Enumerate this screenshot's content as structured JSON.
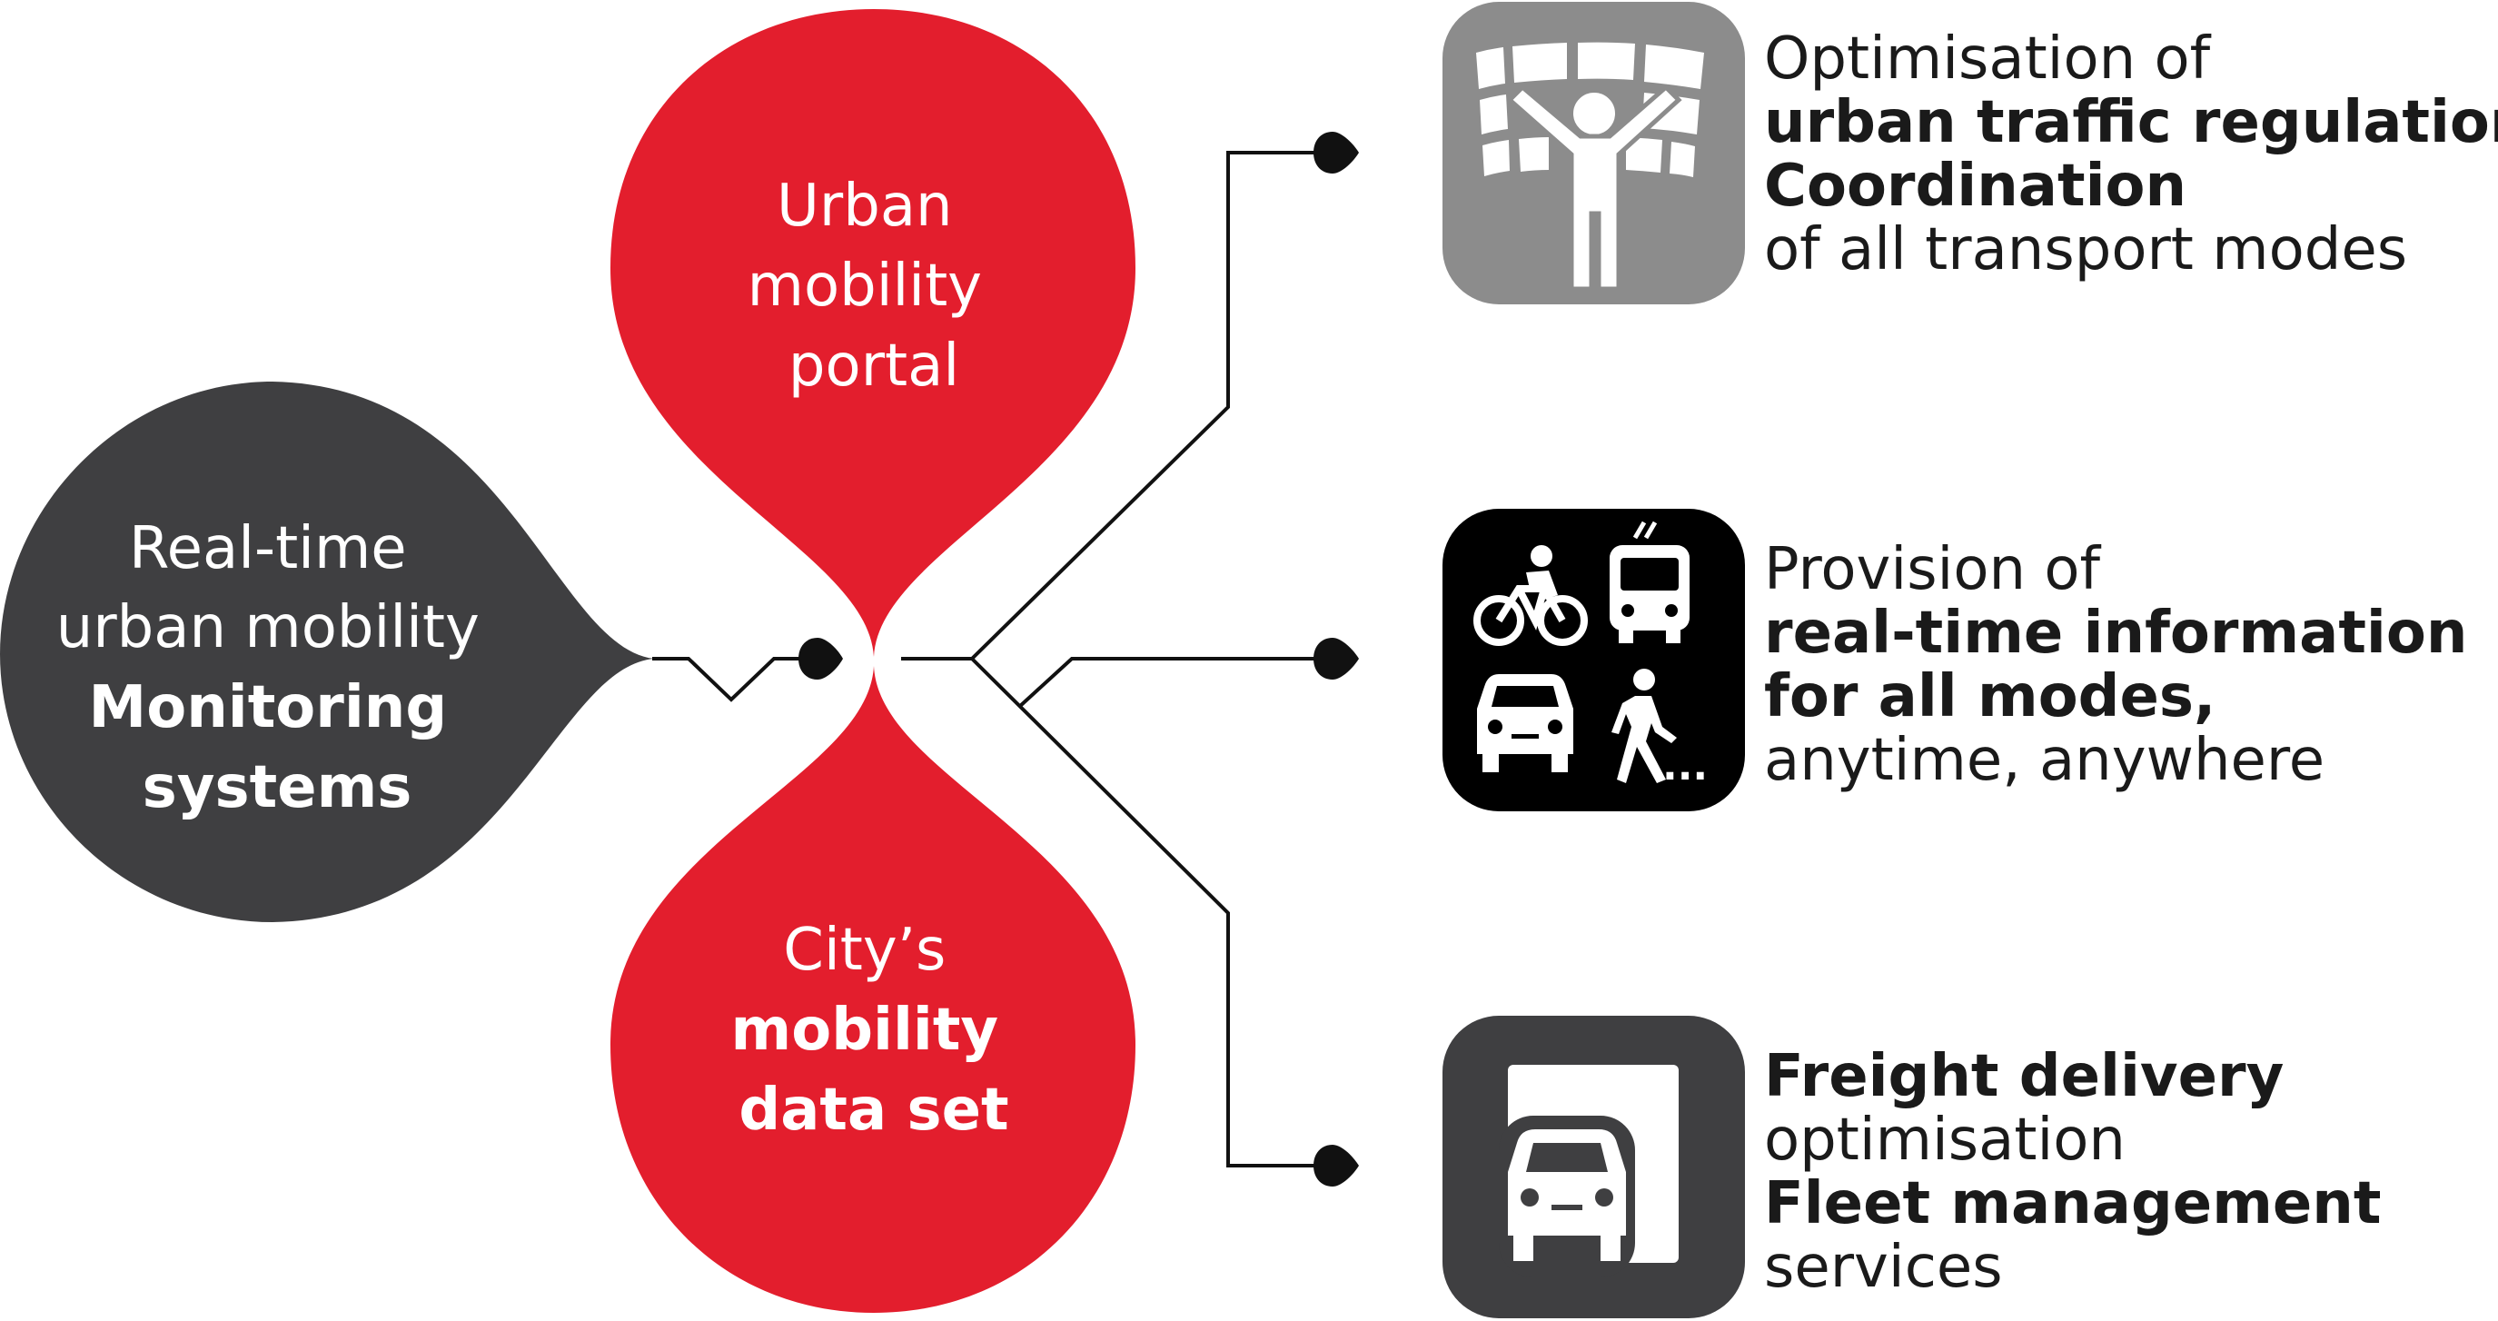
{
  "colors": {
    "red": "#E31E2D",
    "dark_gray": "#3F3F41",
    "icon_gray": "#8C8C8C",
    "black": "#000000",
    "line": "#111111"
  },
  "left_drop": {
    "line1": "Real-time",
    "line2": "urban mobility",
    "line3": "Monitoring",
    "line4": "systems"
  },
  "top_drop": {
    "line1": "Urban",
    "line2": "mobility",
    "line3": "portal"
  },
  "bottom_drop": {
    "line1": "City’s",
    "line2": "mobility",
    "line3": "data set"
  },
  "items": [
    {
      "icon": "traffic-control-icon",
      "line1": "Optimisation of",
      "line2": "urban traffic regulation",
      "line3": "Coordination",
      "line4": "of all transport modes"
    },
    {
      "icon": "transport-modes-icon",
      "line1": "Provision of",
      "line2": "real-time information",
      "line3": "for all modes,",
      "line4": "anytime, anywhere",
      "ellipsis": "..."
    },
    {
      "icon": "freight-truck-icon",
      "line1": "Freight delivery",
      "line2": "optimisation",
      "line3": "Fleet management",
      "line4": "services"
    }
  ]
}
